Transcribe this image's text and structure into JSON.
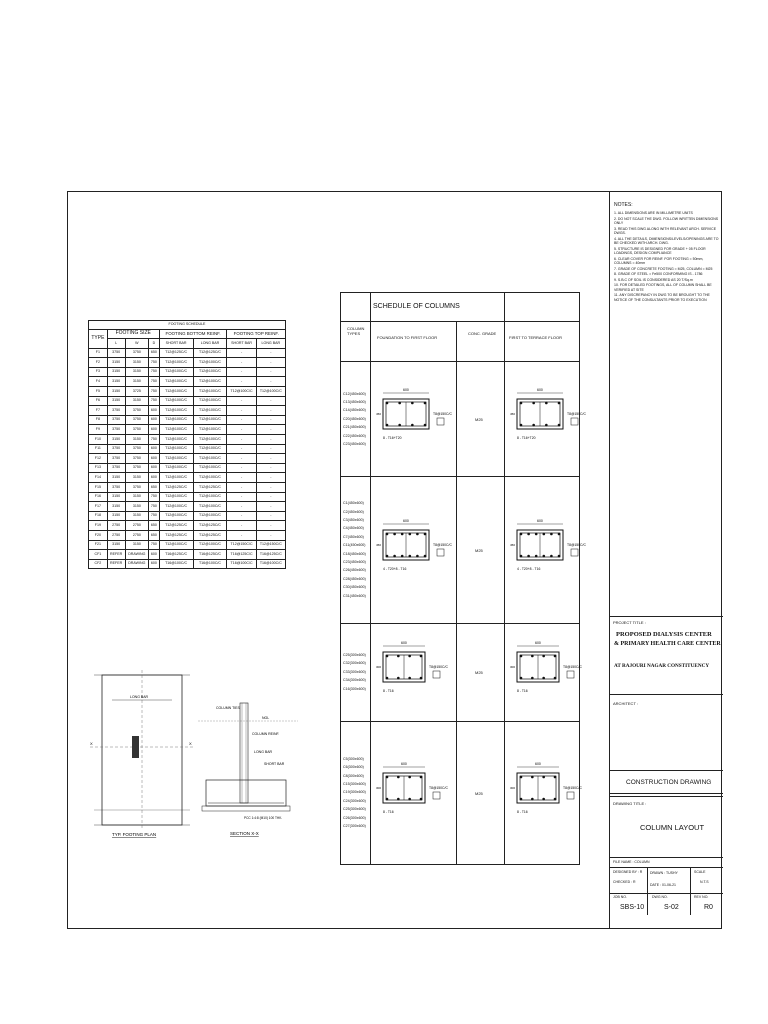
{
  "notes": {
    "title": "NOTES:",
    "items": [
      "1. ALL DIMENSIONS ARE IN MILLIMETRE UNITS",
      "2. DO NOT SCALE THE DWG. FOLLOW WRITTEN DIMENSIONS ONLY",
      "3. READ THIS DWG ALONG WITH RELEVANT ARCH. SERVICE DWGS.",
      "4. ALL THE DETAILS, DIMENSIONS/LEVELS/OPENINGS ARE TO BE CHECKED WITH ARCH. DWG.",
      "5. STRUCTURE IS DESIGNED FOR GRADE + 05 FLOOR LOADINGS, DESIGN COMPLIANCE",
      "6. CLEAR COVER FOR REINF. FOR FOOTING = 50mm, COLUMNS = 40mm",
      "7. GRADE OF CONCRETE FOOTING = M25, COLUMN = M25",
      "8. GRADE OF STEEL = Fe500 CONFORMING IS - 1786",
      "9. S.B.C OF SOIL IS CONSIDERED AS 20 T/Sq.m",
      "10. FOR DETAILED FOOTINGS, ALL OF COLUMN SHALL BE VERIFIED AT SITE",
      "11. ANY DISCREPANCY IN DWG TO BE BROUGHT TO THE NOTICE OF THE CONSULTANTS PRIOR TO EXECUTION"
    ]
  },
  "footing_schedule": {
    "title": "FOOTING SCHEDULE",
    "head_type": "TYPE",
    "head_size": "FOOTING SIZE",
    "head_bottom": "FOOTING BOTTOM REINF.",
    "head_top": "FOOTING TOP REINF.",
    "sub": [
      "L",
      "W",
      "D",
      "SHORT BAR",
      "LONG BAR",
      "SHORT BAR",
      "LONG BAR"
    ],
    "rows": [
      [
        "F1",
        "3750",
        "3750",
        "650",
        "T12@125C/C",
        "T12@125C/C",
        "-",
        "-"
      ],
      [
        "F2",
        "3150",
        "3150",
        "750",
        "T12@100C/C",
        "T12@100C/C",
        "-",
        "-"
      ],
      [
        "F3",
        "3150",
        "3150",
        "750",
        "T12@100C/C",
        "T12@100C/C",
        "-",
        "-"
      ],
      [
        "F4",
        "3150",
        "3150",
        "750",
        "T12@100C/C",
        "T12@100C/C",
        "-",
        "-"
      ],
      [
        "F5",
        "3150",
        "3725",
        "750",
        "T12@100C/C",
        "T12@100C/C",
        "T12@100C/C",
        "T12@100C/C"
      ],
      [
        "F6",
        "3150",
        "3150",
        "750",
        "T12@100C/C",
        "T12@100C/C",
        "-",
        "-"
      ],
      [
        "F7",
        "3750",
        "3750",
        "600",
        "T12@100C/C",
        "T12@100C/C",
        "-",
        "-"
      ],
      [
        "F8",
        "3750",
        "3750",
        "600",
        "T12@100C/C",
        "T12@100C/C",
        "-",
        "-"
      ],
      [
        "F9",
        "3750",
        "3750",
        "600",
        "T12@100C/C",
        "T12@100C/C",
        "-",
        "-"
      ],
      [
        "F10",
        "3150",
        "3150",
        "750",
        "T12@100C/C",
        "T12@100C/C",
        "-",
        "-"
      ],
      [
        "F11",
        "3750",
        "3750",
        "600",
        "T12@100C/C",
        "T12@100C/C",
        "-",
        "-"
      ],
      [
        "F12",
        "3750",
        "3750",
        "600",
        "T12@100C/C",
        "T12@100C/C",
        "-",
        "-"
      ],
      [
        "F13",
        "3750",
        "3750",
        "600",
        "T12@100C/C",
        "T12@100C/C",
        "-",
        "-"
      ],
      [
        "F14",
        "3150",
        "3150",
        "600",
        "T12@100C/C",
        "T12@100C/C",
        "-",
        "-"
      ],
      [
        "F15",
        "3750",
        "3750",
        "650",
        "T12@125C/C",
        "T12@125C/C",
        "-",
        "-"
      ],
      [
        "F16",
        "3150",
        "3150",
        "750",
        "T12@100C/C",
        "T12@100C/C",
        "-",
        "-"
      ],
      [
        "F17",
        "3150",
        "3150",
        "750",
        "T12@100C/C",
        "T12@100C/C",
        "-",
        "-"
      ],
      [
        "F18",
        "3150",
        "3150",
        "750",
        "T12@100C/C",
        "T12@100C/C",
        "-",
        "-"
      ],
      [
        "F19",
        "2750",
        "2750",
        "650",
        "T12@125C/C",
        "T12@125C/C",
        "-",
        "-"
      ],
      [
        "F20",
        "2750",
        "2750",
        "650",
        "T12@125C/C",
        "T12@125C/C",
        "-",
        "-"
      ],
      [
        "F21",
        "3150",
        "3150",
        "750",
        "T12@100C/C",
        "T12@100C/C",
        "T12@150C/C",
        "T12@150C/C"
      ],
      [
        "CF1",
        "REFER",
        "DRAWING",
        "600",
        "T16@125C/C",
        "T16@125C/C",
        "T16@125C/C",
        "T16@125C/C"
      ],
      [
        "CF2",
        "REFER",
        "DRAWING",
        "600",
        "T16@100C/C",
        "T16@100C/C",
        "T16@100C/C",
        "T16@100C/C"
      ]
    ]
  },
  "footing_plan": {
    "title": "TYP. FOOTING PLAN",
    "axis_x": "X",
    "dim_label": "LONG BAR",
    "dim_label_2": "SHORT BAR"
  },
  "section": {
    "title": "SECTION X-X",
    "callouts": [
      "COLUMN TIES",
      "NGL",
      "COLUMN REINF.",
      "LONG BAR",
      "SHORT BAR",
      "PCC 1:4:8 (M10) 100 THK."
    ]
  },
  "column_schedule": {
    "title": "SCHEDULE OF COLUMNS",
    "head_types": "COLUMN TYPES",
    "head_found": "FOUNDATION TO FIRST FLOOR",
    "head_grade": "CONC. GRADE",
    "head_first": "FIRST TO TERRACE FLOOR",
    "groups": [
      {
        "labels": [
          "C12(450x600)",
          "C13(450x600)",
          "C14(450x600)",
          "C20(450x600)",
          "C21(450x600)",
          "C22(450x600)",
          "C23(450x600)"
        ],
        "dim": "600",
        "side": "450",
        "ties": "T8@150C/C",
        "bars_found": "8 - T16+T20",
        "bars_first": "8 - T16+T20",
        "grade": "M25"
      },
      {
        "labels": [
          "C1(450x600)",
          "C2(450x600)",
          "C3(450x600)",
          "C4(450x600)",
          "C7(450x600)",
          "C11(450x600)",
          "C18(450x600)",
          "C23(450x600)",
          "C26(450x600)",
          "C28(450x600)",
          "C30(450x600)",
          "C31(450x600)"
        ],
        "dim": "600",
        "side": "450",
        "ties": "T8@150C/C",
        "bars_found": "4 - T20+8 - T16",
        "bars_first": "4 - T20+8 - T16",
        "grade": "M25"
      },
      {
        "labels": [
          "C25(300x600)",
          "C32(300x600)",
          "C33(300x600)",
          "C34(300x600)",
          "C16(300x600)"
        ],
        "dim": "600",
        "side": "300",
        "ties": "T8@150C/C",
        "bars_found": "8 - T16",
        "bars_first": "8 - T16",
        "grade": "M25"
      },
      {
        "labels": [
          "C5(300x600)",
          "C6(300x600)",
          "C8(300x600)",
          "C15(300x600)",
          "C19(300x600)",
          "C24(300x600)",
          "C25(300x600)",
          "C26(300x600)",
          "C27(300x600)"
        ],
        "dim": "600",
        "side": "300",
        "ties": "T8@150C/C",
        "bars_found": "8 - T16",
        "bars_first": "8 - T16",
        "grade": "M25"
      }
    ]
  },
  "title_block": {
    "project_label": "PROJECT TITLE :",
    "project_line1": "PROPOSED DIALYSIS CENTER",
    "project_line2": "& PRIMARY HEALTH CARE CENTER",
    "project_line3": "AT RAJOURI NAGAR CONSTITUENCY",
    "architect_label": "ARCHITECT :",
    "construction": "CONSTRUCTION DRAWING",
    "drawing_title_label": "DRAWING TITLE :",
    "drawing_title": "COLUMN LAYOUT",
    "file_name": "FILE NAME : COLUMN",
    "designed": "DESIGNED BY : R",
    "checked": "CHECKED : R",
    "scale_label": "SCALE",
    "scale_value": "N.T.S",
    "drawn": "DRAWN : TUSHY",
    "date": "DATE : 01-06-21",
    "job_label": "JOB NO.",
    "job_value": "SBS-10",
    "dwg_label": "DWG NO.",
    "dwg_value": "S-02",
    "rev_label": "REV NO.",
    "rev_value": "R0"
  }
}
